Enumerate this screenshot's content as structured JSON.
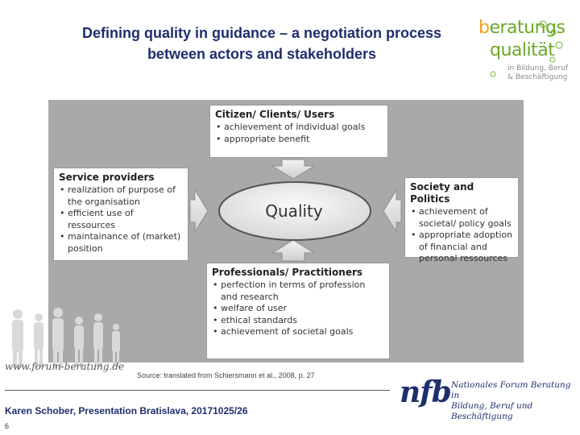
{
  "title": {
    "line1": "Defining quality in guidance – a negotiation process",
    "line2": "between actors and stakeholders"
  },
  "logo": {
    "word1_first": "b",
    "word1_rest": "eratungs",
    "word2": "qualität",
    "tag_line1": "in Bildung, Beruf",
    "tag_line2": "& Beschäftigung"
  },
  "diagram": {
    "center": "Quality",
    "top": {
      "heading": "Citizen/ Clients/ Users",
      "items": [
        "achievement of individual goals",
        "appropriate benefit"
      ]
    },
    "left": {
      "heading": "Service providers",
      "items": [
        "realization of purpose of the organisation",
        "efficient use of ressources",
        "maintainance of (market) position"
      ]
    },
    "right": {
      "heading": "Society and Politics",
      "items": [
        "achievement of societal/ policy goals",
        "appropriate adoption of financial and personal ressources"
      ]
    },
    "bottom": {
      "heading": "Professionals/ Practitioners",
      "items": [
        "perfection in terms of profession and research",
        "welfare of user",
        "ethical standards",
        "achievement of societal goals"
      ]
    }
  },
  "footer": {
    "url": "www.forum-beratung.de",
    "source": "Source: translated from Schiersmann et al., 2008, p. 27",
    "presenter": "Karen Schober, Presentation Bratislava, 20171025/26",
    "page": "6"
  },
  "nfb": {
    "mark": "nfb",
    "line1": "Nationales Forum Beratung in",
    "line2": "Bildung, Beruf und Beschäftigung"
  },
  "colors": {
    "title": "#1f2e6e",
    "panel": "#a9a9a9",
    "logo_green": "#6aa826",
    "logo_orange": "#f0a020"
  }
}
